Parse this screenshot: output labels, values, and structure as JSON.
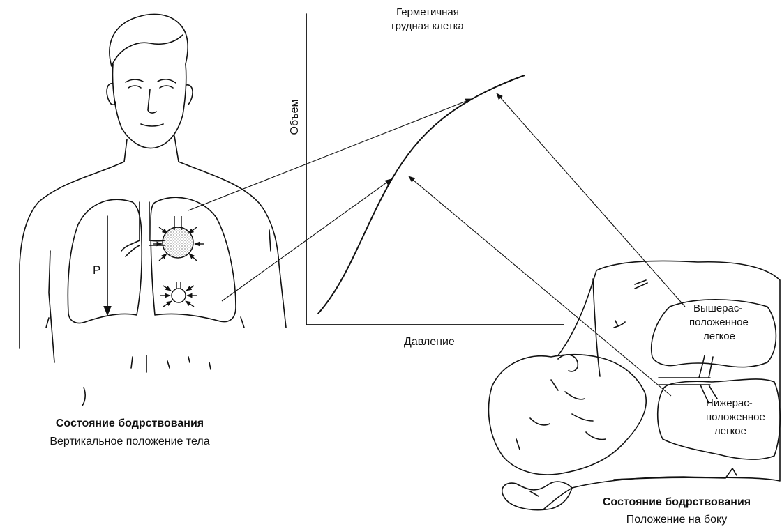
{
  "graph": {
    "title_line1": "Герметичная",
    "title_line2": "грудная клетка",
    "y_axis_label": "Объем",
    "x_axis_label": "Давление"
  },
  "upright": {
    "pressure_label": "P",
    "caption_line1": "Состояние бодрствования",
    "caption_line2": "Вертикальное положение тела"
  },
  "lateral": {
    "upper_lung_line1": "Вышерас-",
    "upper_lung_line2": "положенное",
    "upper_lung_line3": "легкое",
    "lower_lung_line1": "Нижерас-",
    "lower_lung_line2": "положенное",
    "lower_lung_line3": "легкое",
    "caption_line1": "Состояние бодрствования",
    "caption_line2": "Положение на боку"
  },
  "colors": {
    "ink": "#111111",
    "background": "#ffffff"
  }
}
